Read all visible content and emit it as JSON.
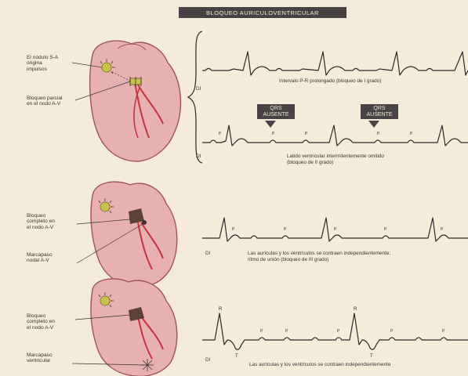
{
  "title": "BLOQUEO AURICULOVENTRICULAR",
  "labels": {
    "sa_node": "El nódulo S-A\norigina\nimpulsos",
    "partial_block": "Bloqueo parcial\nen el nodo A-V",
    "complete_block_1": "Bloqueo\ncompleto en\nel nodo A-V",
    "nodal_pacemaker": "Marcapaso\nnodal A-V",
    "complete_block_2": "Bloqueo\ncompleto en\nel nodo A-V",
    "ventricular_pacemaker": "Marcapaso\nventricular"
  },
  "strips": [
    {
      "lead": "DI",
      "caption": "Intervalo P-R prolongado (bloqueo de I grado)"
    },
    {
      "lead": "DI",
      "caption": "Latido ventricular intermitentemente omitido\n(bloqueo de II grado)"
    },
    {
      "lead": "DI",
      "caption": "Las aurículas y los ventrículos se contraen independientemente;\nritmo de unión (bloqueo de III grado)"
    },
    {
      "lead": "DI",
      "caption": "Las aurículas y los ventrículos se contraen independientemente"
    }
  ],
  "qrs_callouts": [
    "QRS\nAUSENTE",
    "QRS\nAUSENTE"
  ],
  "wave_labels": {
    "p": "P",
    "r": "R",
    "t": "T"
  },
  "colors": {
    "heart_fill": "#e7b1b0",
    "heart_stroke": "#a05357",
    "conduction": "#c8323a",
    "sa_node": "#c9c24a",
    "block": "#5a4236",
    "background": "#f4ecd9"
  }
}
